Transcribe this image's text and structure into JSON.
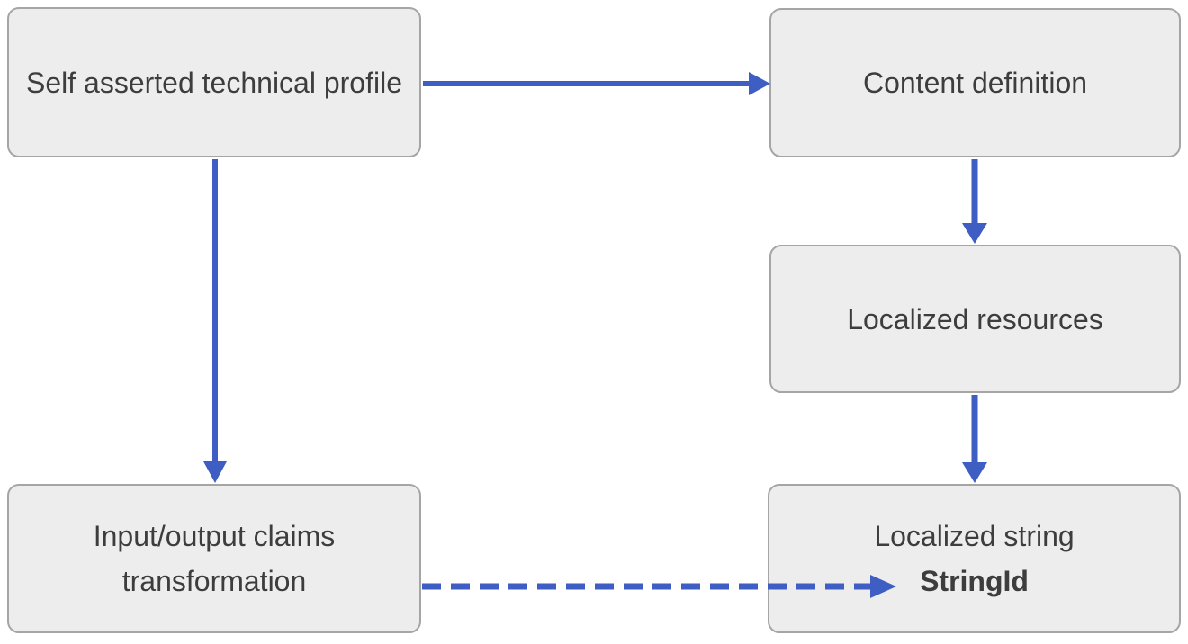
{
  "nodes": {
    "self_asserted": {
      "label": "Self asserted technical profile"
    },
    "content_definition": {
      "label": "Content definition"
    },
    "localized_resources": {
      "label": "Localized resources"
    },
    "localized_string": {
      "label": "Localized string",
      "emphasis": "StringId"
    },
    "claims_transformation": {
      "label": "Input/output claims transformation"
    }
  },
  "edges": [
    {
      "from": "Self asserted technical profile",
      "to": "Content definition",
      "style": "solid"
    },
    {
      "from": "Self asserted technical profile",
      "to": "Input/output claims transformation",
      "style": "solid"
    },
    {
      "from": "Content definition",
      "to": "Localized resources",
      "style": "solid"
    },
    {
      "from": "Localized resources",
      "to": "Localized string StringId",
      "style": "solid"
    },
    {
      "from": "Input/output claims transformation",
      "to": "Localized string StringId",
      "style": "dashed"
    }
  ],
  "colors": {
    "arrow": "#3e5ec4",
    "box_fill": "#ededed",
    "box_border": "#a5a5a5",
    "text": "#3d3d3d"
  }
}
